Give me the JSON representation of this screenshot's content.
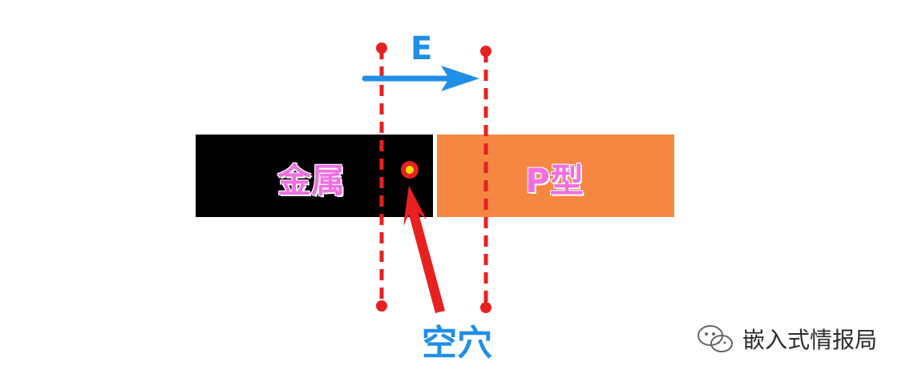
{
  "labels": {
    "metal": "金属",
    "p_type": "P型",
    "field": "E",
    "hole": "空穴"
  },
  "watermark": {
    "text": "嵌入式情报局",
    "icon": "wechat-logo-icon"
  },
  "colors": {
    "metal_fill": "#000000",
    "p_type_fill": "#f58743",
    "label_pink": "#f070e0",
    "field_blue": "#1f8fe8",
    "boundary_red": "#e82020",
    "hole_dot": "#e6e000"
  }
}
